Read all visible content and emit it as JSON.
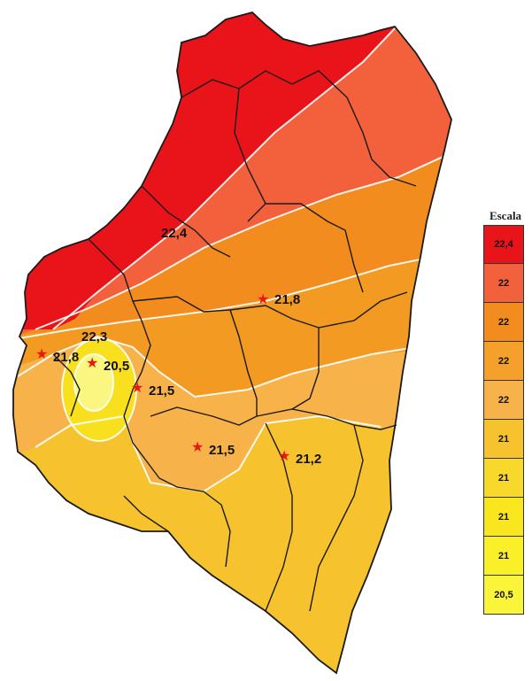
{
  "legend": {
    "title": "Escala",
    "items": [
      {
        "label": "22,4",
        "color": "#e8141a"
      },
      {
        "label": "22",
        "color": "#f2603c"
      },
      {
        "label": "22",
        "color": "#f28c1e"
      },
      {
        "label": "22",
        "color": "#f5a02a"
      },
      {
        "label": "22",
        "color": "#f7b24a"
      },
      {
        "label": "21",
        "color": "#f6c22e"
      },
      {
        "label": "21",
        "color": "#f8d82a"
      },
      {
        "label": "21",
        "color": "#f9e61e"
      },
      {
        "label": "21",
        "color": "#faf02a"
      },
      {
        "label": "20,5",
        "color": "#fbf53a"
      }
    ]
  },
  "stations": [
    {
      "id": "s1",
      "label": "22,4",
      "star": false
    },
    {
      "id": "s2",
      "label": "21,8",
      "star": true
    },
    {
      "id": "s3",
      "label": "22,3",
      "star": false
    },
    {
      "id": "s4",
      "label": "21,8",
      "star": true
    },
    {
      "id": "s5",
      "label": "20,5",
      "star": true
    },
    {
      "id": "s6",
      "label": "21,5",
      "star": true
    },
    {
      "id": "s7",
      "label": "21,5",
      "star": true
    },
    {
      "id": "s8",
      "label": "21,2",
      "star": true
    }
  ],
  "colors": {
    "band_red": "#e8141a",
    "band_orange_red": "#f2603c",
    "band_orange": "#f28c1e",
    "band_light_orange": "#f7b24a",
    "band_yellow_orange": "#f6c22e",
    "band_yellow": "#f9e61e",
    "band_pale_yellow": "#fbf680",
    "isoline": "#ffffff",
    "border": "#1a1a1a",
    "star": "#e81a10"
  }
}
